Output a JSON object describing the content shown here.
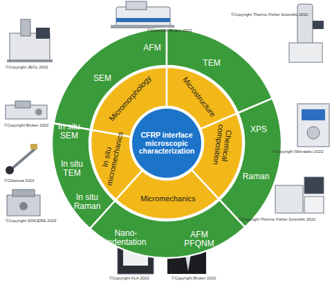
{
  "diagram": {
    "nodes": [
      {
        "text": [
          "CFRP interface microscopic characterization"
        ]
      },
      {
        "text": [
          "Micromorphology"
        ]
      },
      {
        "text": [
          "Microstructure"
        ]
      },
      {
        "text": [
          "Chemical composition"
        ]
      },
      {
        "text": [
          "Micromechanics"
        ]
      },
      {
        "text": [
          "In situ micromechanics"
        ]
      },
      {
        "text": [
          "AFM",
          "SEM"
        ]
      },
      {
        "text": [
          "TEM"
        ]
      },
      {
        "text": [
          "XPS",
          "Raman"
        ]
      },
      {
        "text": [
          "Nano- indentation",
          "AFM PFQNM"
        ]
      },
      {
        "text": [
          "In situ SEM",
          "In situ TEM",
          "In situ Raman"
        ]
      }
    ],
    "labels": [
      "©Copyright Bruker 2022",
      "©Copyright JEOL 2022",
      "©Copyright Thermo Fisher Scientific 2022",
      "©Copyright Bruker 2022",
      "©Copyright Shimadzu 2022",
      "©Chiprova 2023",
      "©Copyright Thermo Fisher Scientific 2022",
      "©Copyright SINCERE 2019",
      "©Copyright KLA 2022",
      "©Copyright Bruker 2022"
    ]
  }
}
